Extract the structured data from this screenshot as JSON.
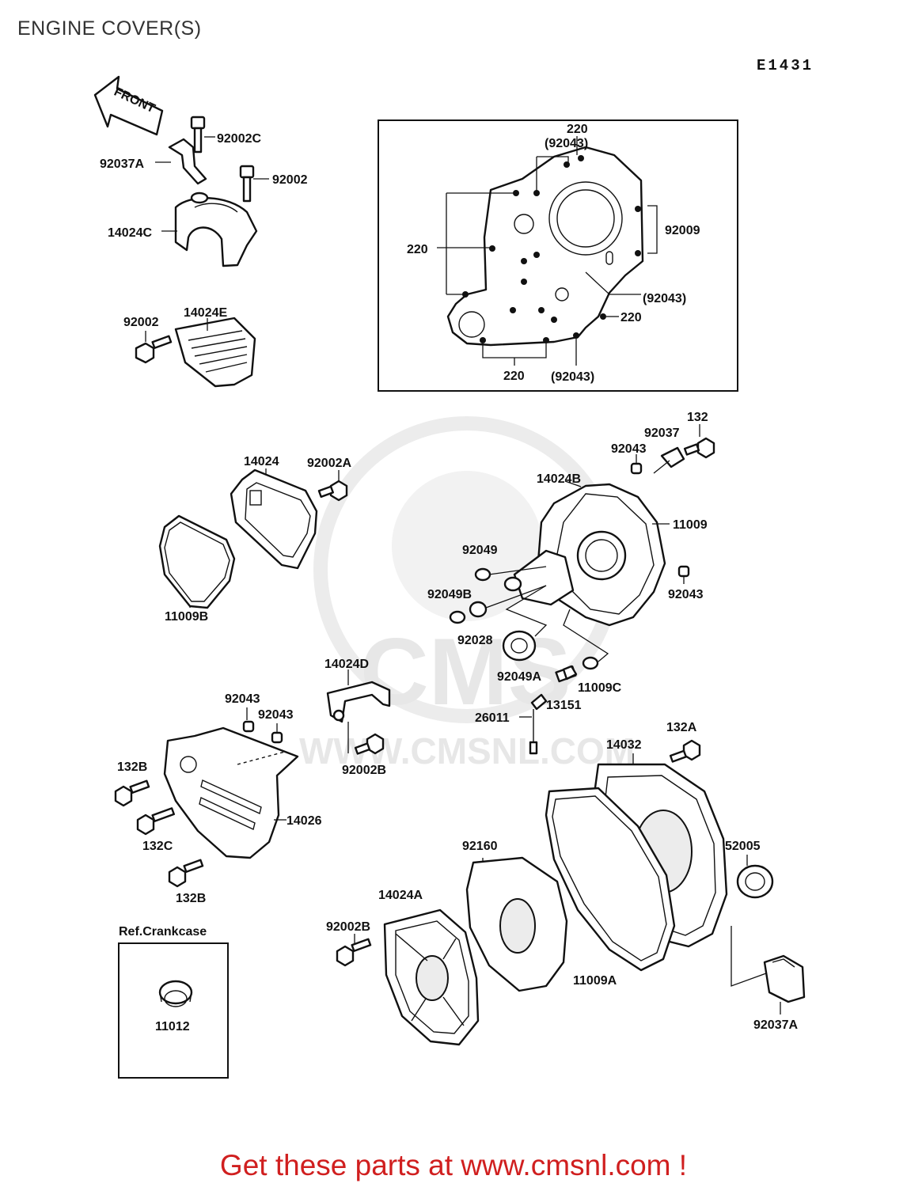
{
  "header": {
    "title": "ENGINE COVER(S)",
    "diagram_code": "E1431"
  },
  "front_arrow": {
    "label": "FRONT"
  },
  "labels": {
    "l92002C": "92002C",
    "l92037A_top": "92037A",
    "l92002_top": "92002",
    "l14024C": "14024C",
    "l92002_mid": "92002",
    "l14024E": "14024E",
    "l220_top": "220",
    "l92043_p1": "(92043)",
    "l92009": "92009",
    "l220_left": "220",
    "l92043_p2": "(92043)",
    "l220_right": "220",
    "l220_bottom": "220",
    "l92043_p3": "(92043)",
    "l14024": "14024",
    "l92002A": "92002A",
    "l11009B": "11009B",
    "l132": "132",
    "l92037": "92037",
    "l92043_a": "92043",
    "l14024B": "14024B",
    "l11009": "11009",
    "l92049": "92049",
    "l92043_b": "92043",
    "l92049B": "92049B",
    "l92028": "92028",
    "l92049A": "92049A",
    "l11009C": "11009C",
    "l13151": "13151",
    "l26011": "26011",
    "l14024D": "14024D",
    "l92043_c": "92043",
    "l92043_d": "92043",
    "l92002B_a": "92002B",
    "l132B_a": "132B",
    "l14026": "14026",
    "l132C": "132C",
    "l132B_b": "132B",
    "l132A": "132A",
    "l14032": "14032",
    "l52005": "52005",
    "l92160": "92160",
    "l14024A": "14024A",
    "l92002B_b": "92002B",
    "l11009A": "11009A",
    "l92037A_bottom": "92037A",
    "l_ref": "Ref.Crankcase",
    "l11012": "11012"
  },
  "watermark": {
    "brand": "CMS",
    "site": "WWW.CMSNL.COM"
  },
  "footer": {
    "text": "Get these parts at www.cmsnl.com !"
  }
}
